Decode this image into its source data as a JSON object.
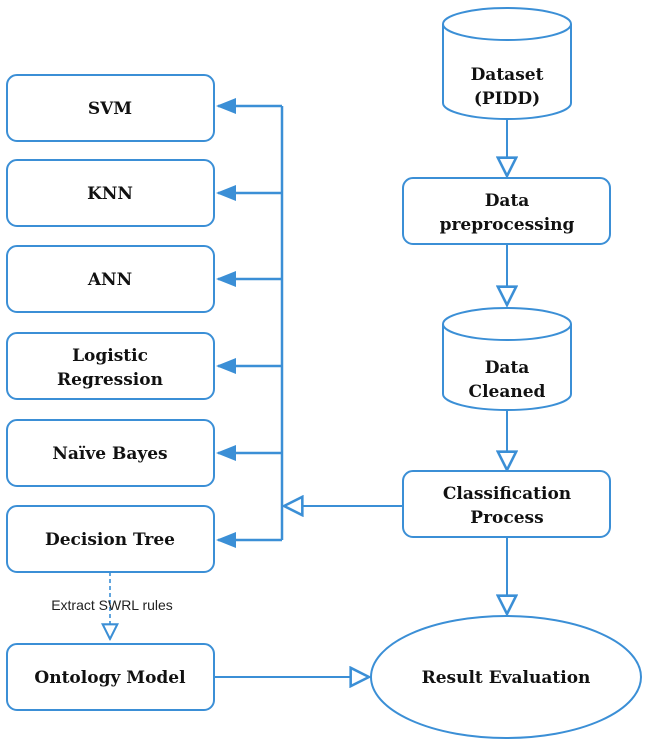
{
  "colors": {
    "stroke": "#3b8fd6",
    "text": "#111111",
    "background": "#ffffff"
  },
  "nodes": {
    "svm": {
      "label": "SVM"
    },
    "knn": {
      "label": "KNN"
    },
    "ann": {
      "label": "ANN"
    },
    "logistic_regression": {
      "line1": "Logistic",
      "line2": "Regression"
    },
    "naive_bayes": {
      "label": "Naïve Bayes"
    },
    "decision_tree": {
      "label": "Decision Tree"
    },
    "ontology_model": {
      "label": "Ontology Model"
    },
    "dataset": {
      "line1": "Dataset",
      "line2": "(PIDD)"
    },
    "data_preprocessing": {
      "line1": "Data",
      "line2": "preprocessing"
    },
    "data_cleaned": {
      "line1": "Data",
      "line2": "Cleaned"
    },
    "classification_process": {
      "line1": "Classification",
      "line2": "Process"
    },
    "result_evaluation": {
      "label": "Result Evaluation"
    }
  },
  "edges": {
    "extract_rules": {
      "label": "Extract SWRL rules"
    }
  }
}
